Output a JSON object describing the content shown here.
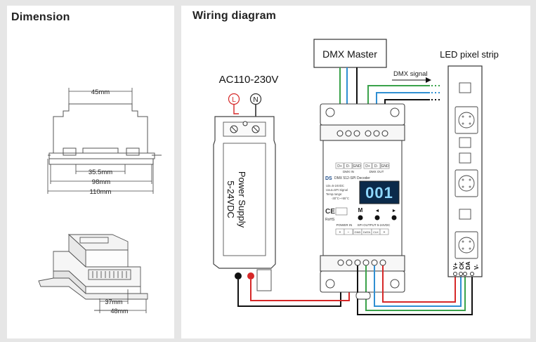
{
  "dimension": {
    "title": "Dimension",
    "dim_top_width": "45mm",
    "dim_inner_width": "35.5mm",
    "dim_base_width": "98mm",
    "dim_total_width": "110mm",
    "dim_iso_depth": "37mm",
    "dim_iso_width": "48mm"
  },
  "wiring": {
    "title": "Wiring diagram",
    "dmx_master": "DMX Master",
    "ac_input": "AC110-230V",
    "live_terminal": "L",
    "neutral_terminal": "N",
    "power_supply_line1": "Power Supply",
    "power_supply_line2": "5-24VDC",
    "dmx_signal": "DMX signal",
    "led_strip": "LED pixel strip",
    "strip_pins": [
      "V+",
      "CK",
      "DA",
      "V-"
    ]
  },
  "decoder": {
    "brand": "DS",
    "model": "DMX 512-SPI Decoder",
    "display": "001",
    "spec_input": "Uin=5-24VDC",
    "spec_output": "Uout=SPI Signal",
    "spec_temp": "Temp.range:",
    "spec_temp_value": "-30°C~+55°C",
    "button_m": "M",
    "button_left": "◄",
    "button_right": "►",
    "dmx_in_label": "DMX IN",
    "dmx_out_label": "DMX OUT",
    "dmx_terminals": [
      "D+",
      "D-",
      "GND",
      "D+",
      "D-",
      "GND"
    ],
    "power_label": "POWER IN",
    "output_label": "SPI OUTPUT 5-24VDC",
    "out_terminals": [
      "+",
      "−",
      "GND",
      "DATA",
      "CLK",
      "+"
    ],
    "ce": "CE",
    "rohs": "RoHS"
  },
  "colors": {
    "wire_green": "#3aa24a",
    "wire_blue": "#2f8fd2",
    "wire_black": "#111111",
    "wire_red": "#d62828",
    "wire_teal": "#1aa88f",
    "display_bg": "#0b2a4a",
    "display_fg": "#8fd8ff"
  }
}
